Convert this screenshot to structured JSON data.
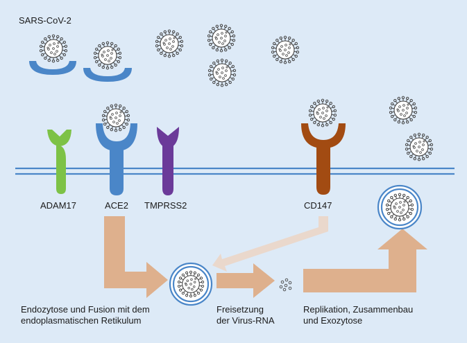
{
  "labels": {
    "virus": "SARS-CoV-2",
    "adam17": "ADAM17",
    "ace2": "ACE2",
    "tmprss2": "TMPRSS2",
    "cd147": "CD147"
  },
  "steps": [
    {
      "line1": "Endozytose und Fusion mit dem",
      "line2": "endoplasmatischen Retikulum"
    },
    {
      "line1": "Freisetzung",
      "line2": "der Virus-RNA"
    },
    {
      "line1": "Replikation, Zusammenbau",
      "line2": "und Exozytose"
    }
  ],
  "colors": {
    "background": "#ddeaf7",
    "membrane": "#4a86c8",
    "ace2": "#4a86c8",
    "adam17": "#7dc246",
    "tmprss2": "#6b3a99",
    "cd147": "#a24b12",
    "arrow": "#deb08d",
    "arrow_faint": "#ead8cc",
    "virus": "#444444"
  }
}
